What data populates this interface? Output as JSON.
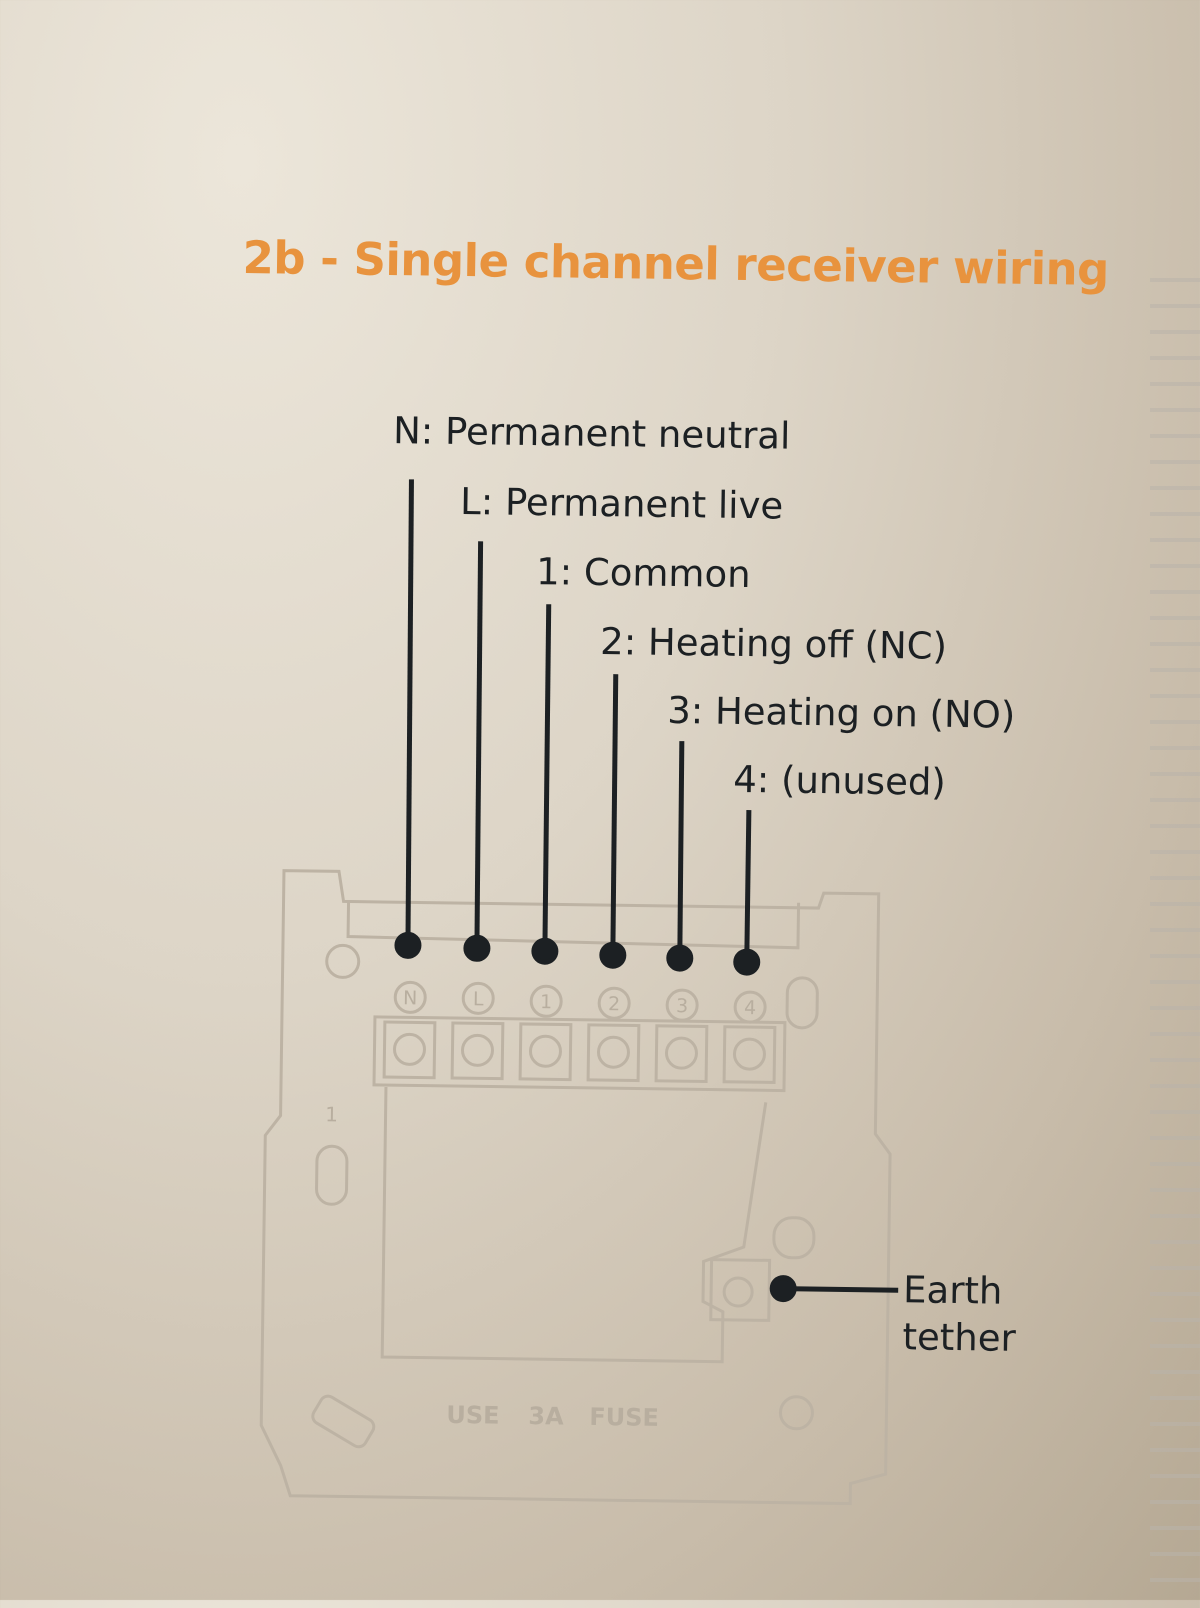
{
  "title": "2b - Single channel receiver wiring",
  "terminals": [
    {
      "id": "N",
      "label": "N: Permanent neutral"
    },
    {
      "id": "L",
      "label": "L: Permanent live"
    },
    {
      "id": "1",
      "label": "1: Common"
    },
    {
      "id": "2",
      "label": "2: Heating off (NC)"
    },
    {
      "id": "3",
      "label": "3: Heating on (NO)"
    },
    {
      "id": "4",
      "label": "4: (unused)"
    }
  ],
  "earth": {
    "line1": "Earth",
    "line2": "tether"
  },
  "backplate": {
    "side_mark": "1",
    "fuse_text": [
      "USE",
      "3A",
      "FUSE"
    ]
  },
  "colors": {
    "title": "#e8933e",
    "ink": "#1c2023",
    "plate": "#b8ae9f"
  }
}
